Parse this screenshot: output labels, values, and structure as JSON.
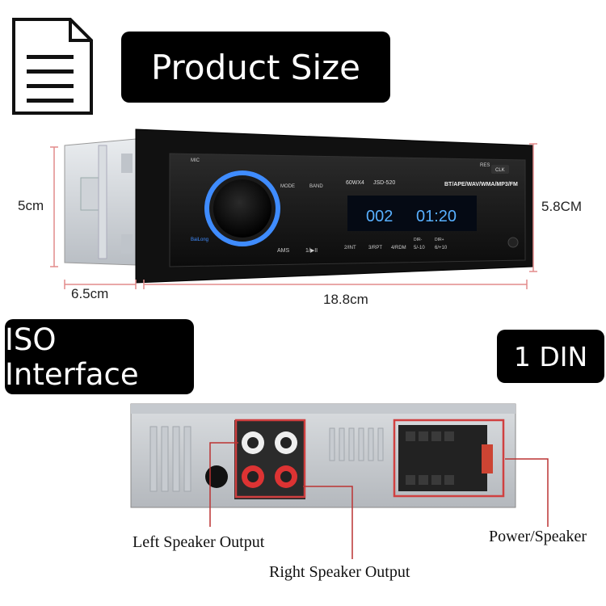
{
  "headings": {
    "product_size": "Product Size",
    "iso_interface": "ISO Interface",
    "din": "1 DIN"
  },
  "dimensions": {
    "height_body": "5cm",
    "height_front": "5.8CM",
    "depth": "6.5cm",
    "width": "18.8cm"
  },
  "panel": {
    "mic": "MIC",
    "res": "RES",
    "clk": "CLK",
    "mode": "MODE",
    "band": "BAND",
    "power_label": "60WX4",
    "model": "JSD-520",
    "formats": "BT/APE/WAV/WMA/MP3/FM",
    "display_left": "002",
    "display_right": "01:20",
    "ams": "AMS",
    "btn1": "1/▶II",
    "btn2": "2/INT",
    "btn3": "3/RPT",
    "btn4": "4/RDM",
    "btn5_top": "DIR-",
    "btn5": "5/-10",
    "btn6_top": "DIR+",
    "btn6": "6/+10",
    "brand_small": "BaiLong"
  },
  "labels": {
    "left_speaker": "Left Speaker Output",
    "right_speaker": "Right Speaker Output",
    "power_speaker": "Power/Speaker"
  },
  "colors": {
    "highlight": "#d04040",
    "knob_ring": "#3f8cff",
    "display": "#58b0ff"
  }
}
